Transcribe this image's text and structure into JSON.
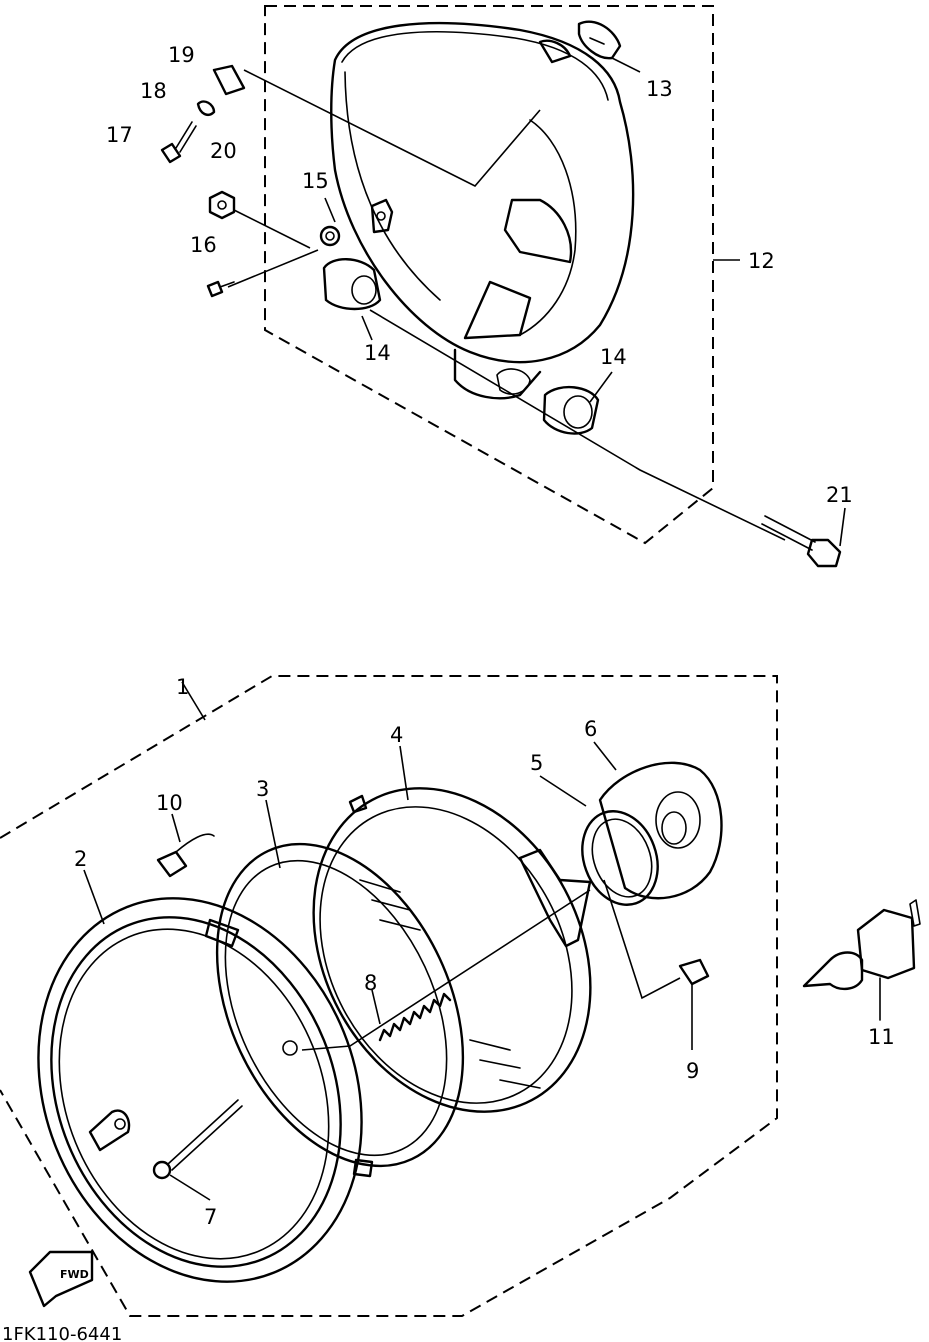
{
  "callouts": {
    "c1": "1",
    "c2": "2",
    "c3": "3",
    "c4": "4",
    "c5": "5",
    "c6": "6",
    "c7": "7",
    "c8": "8",
    "c9": "9",
    "c10": "10",
    "c11": "11",
    "c12": "12",
    "c13": "13",
    "c14a": "14",
    "c14b": "14",
    "c15": "15",
    "c16": "16",
    "c17": "17",
    "c18": "18",
    "c19": "19",
    "c20": "20",
    "c21": "21"
  },
  "fwd_label": "FWD",
  "drawing_code": "1FK110-6441"
}
